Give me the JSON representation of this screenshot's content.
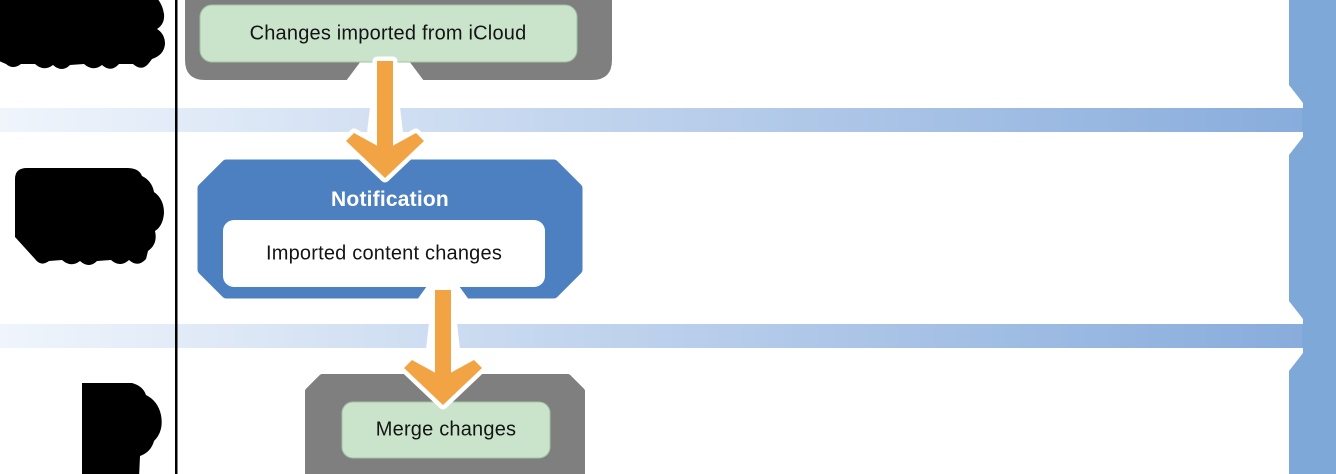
{
  "flow": {
    "source_box": {
      "label": "Changes imported from iCloud"
    },
    "notification_box": {
      "title": "Notification",
      "message": "Imported content changes"
    },
    "target_box": {
      "label": "Merge changes"
    }
  },
  "colors": {
    "container_gray": "#7f7f7f",
    "node_green": "#c9e4cb",
    "node_green_border": "#9fc4a5",
    "notification_blue": "#4d80c1",
    "inner_panel_white": "#ffffff",
    "arrow_orange": "#f2a444",
    "lane_band_light": "#f0f5fc",
    "lane_band_dark": "#88acdc",
    "timeline_bar_blue": "#7ea8d8",
    "lane_separator_black": "#000000",
    "redaction_black": "#000000"
  }
}
